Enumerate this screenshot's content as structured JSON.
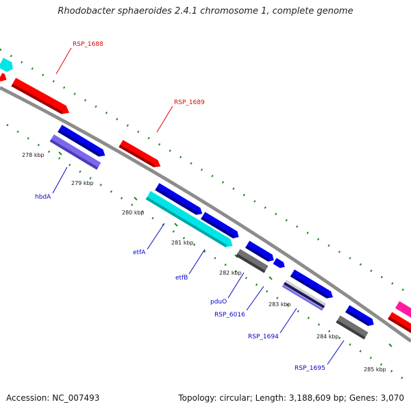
{
  "title": "Rhodobacter sphaeroides 2.4.1 chromosome 1, complete genome",
  "accession_label": "Accession: NC_007493",
  "summary_label": "Topology: circular; Length: 3,188,609 bp; Genes: 3,070",
  "colors": {
    "backbone": "#8c8c8c",
    "tick_marks": "#1f8a1f",
    "red_gene": "#ff0000",
    "blue_gene": "#0000ee",
    "cyan_gene": "#00e5e5",
    "lavender_gene": "#7b68ee",
    "gray_gene": "#707070",
    "magenta_gene": "#ff1aa0",
    "label_red": "#dd0000",
    "label_blue": "#0000cc"
  },
  "ticks": [
    "278 kbp",
    "279 kbp",
    "280 kbp",
    "281 kbp",
    "282 kbp",
    "283 kbp",
    "284 kbp",
    "285 kbp"
  ],
  "gene_labels": [
    {
      "text": "RSP_1688",
      "color": "label_red"
    },
    {
      "text": "RSP_1689",
      "color": "label_red"
    },
    {
      "text": "hbdA",
      "color": "label_blue"
    },
    {
      "text": "etfA",
      "color": "label_blue"
    },
    {
      "text": "etfB",
      "color": "label_blue"
    },
    {
      "text": "pduO",
      "color": "label_blue"
    },
    {
      "text": "RSP_6016",
      "color": "label_blue"
    },
    {
      "text": "RSP_1694",
      "color": "label_blue"
    },
    {
      "text": "RSP_1695",
      "color": "label_blue"
    }
  ]
}
